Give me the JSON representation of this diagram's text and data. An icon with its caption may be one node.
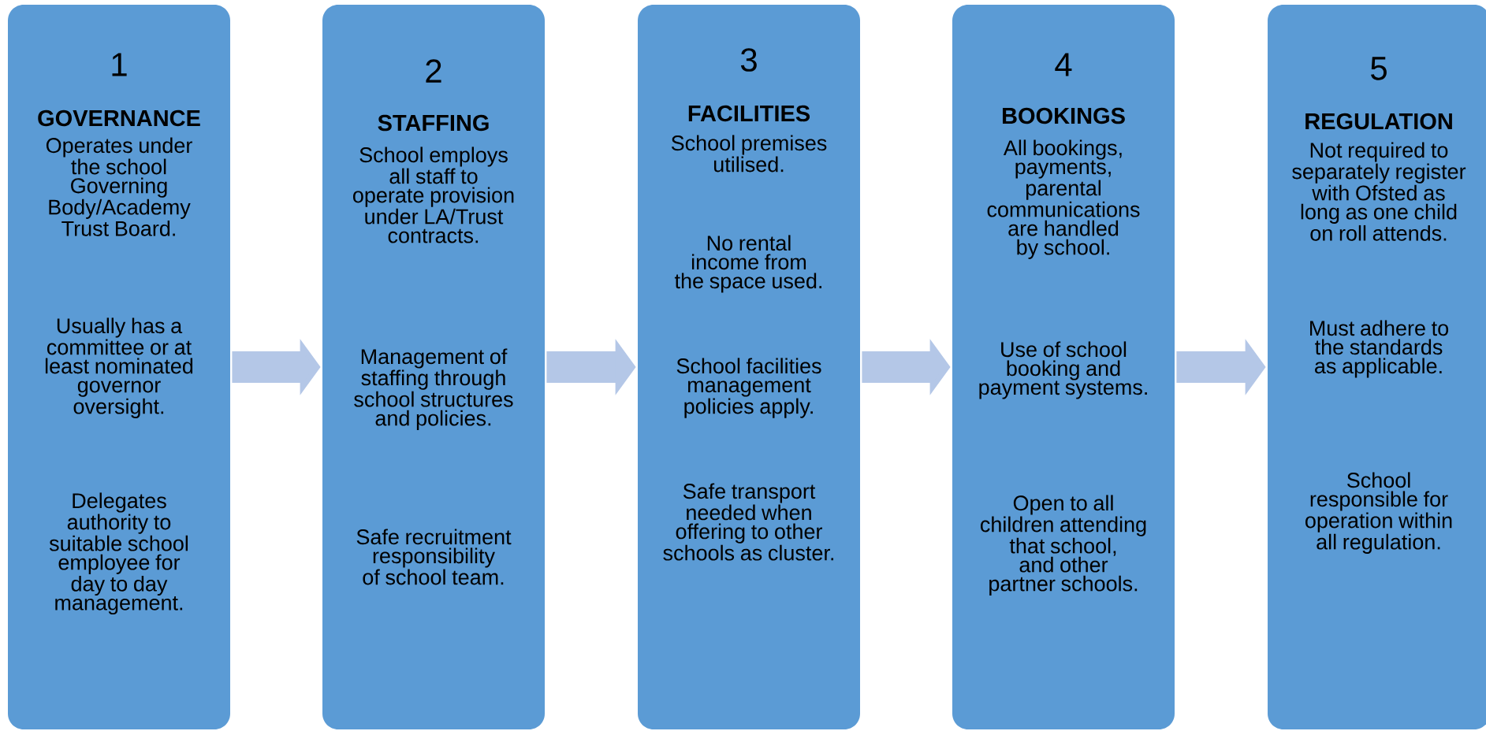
{
  "diagram": {
    "nodes": [
      {
        "text": [
          "1",
          "GOVERNANCE",
          "Operates under the school Governing Body/Academy Trust Board.",
          "Usually has a committee or at least nominated governor oversight.",
          "Delegates authority to suitable school employee for day to day management."
        ]
      },
      {
        "text": [
          "2",
          "STAFFING",
          "School employs all staff to operate provision under LA/Trust contracts.",
          "Management of staffing through school structures and policies.",
          "Safe recruitment responsibility of school team."
        ]
      },
      {
        "text": [
          "3",
          "FACILITIES",
          "School premises utilised.",
          "No rental income from the space used.",
          "School facilities management policies apply.",
          "Safe transport needed when offering to other schools as cluster."
        ]
      },
      {
        "text": [
          "4",
          "BOOKINGS",
          "All bookings, payments, parental communications are handled by school.",
          "Use of school booking and payment systems.",
          "Open to all children attending that school, and other partner schools."
        ]
      },
      {
        "text": [
          "5",
          "REGULATION",
          "Not required to separately register with Ofsted as long as one child on roll attends.",
          "Must adhere to the standards as applicable.",
          "School responsible for operation within all regulation."
        ]
      }
    ],
    "edges": [
      {
        "from": 0,
        "to": 1,
        "arrow": "to"
      },
      {
        "from": 1,
        "to": 2,
        "arrow": "to"
      },
      {
        "from": 2,
        "to": 3,
        "arrow": "to"
      },
      {
        "from": 3,
        "to": 4,
        "arrow": "to"
      }
    ]
  }
}
